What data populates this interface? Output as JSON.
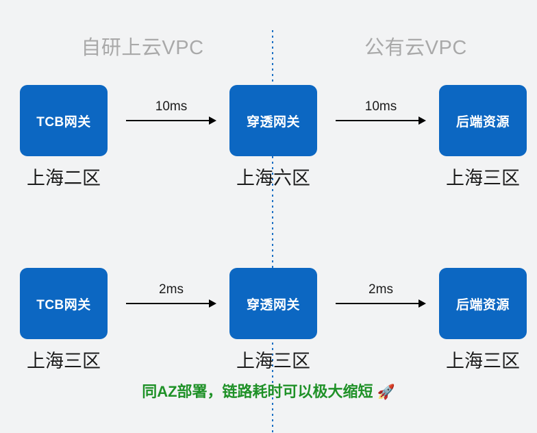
{
  "colors": {
    "background": "#f2f3f4",
    "node_blue": "#0c67c2",
    "divider_blue": "#1a6fc4",
    "header_gray": "#a9a9a9",
    "caption_green": "#1f9127",
    "text_dark": "#1b1b1b",
    "node_text": "#ffffff"
  },
  "zones": {
    "left_header": "自研上云VPC",
    "right_header": "公有云VPC"
  },
  "rows": [
    {
      "id": "before",
      "nodes": [
        {
          "title": "TCB网关",
          "az": "上海二区"
        },
        {
          "title": "穿透网关",
          "az": "上海六区"
        },
        {
          "title": "后端资源",
          "az": "上海三区"
        }
      ],
      "links": [
        {
          "latency": "10ms"
        },
        {
          "latency": "10ms"
        }
      ]
    },
    {
      "id": "after",
      "nodes": [
        {
          "title": "TCB网关",
          "az": "上海三区"
        },
        {
          "title": "穿透网关",
          "az": "上海三区"
        },
        {
          "title": "后端资源",
          "az": "上海三区"
        }
      ],
      "links": [
        {
          "latency": "2ms"
        },
        {
          "latency": "2ms"
        }
      ]
    }
  ],
  "caption": {
    "text": "同AZ部署，链路耗时可以极大缩短",
    "emoji": "🚀"
  }
}
